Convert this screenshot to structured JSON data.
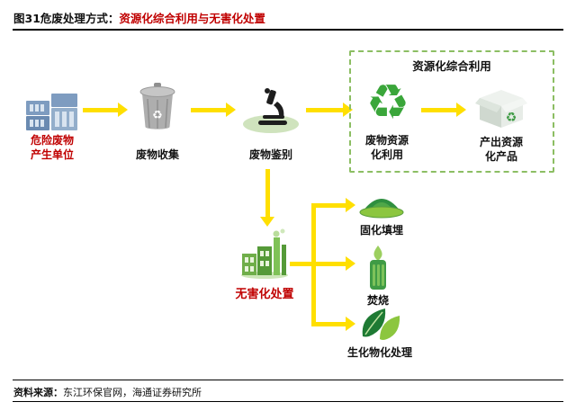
{
  "header": {
    "title_prefix": "图31危废处理方式：",
    "title_highlight": "资源化综合利用与无害化处置"
  },
  "nodes": {
    "producer": {
      "line1": "危险废物",
      "line2": "产生单位",
      "icon": "factory-icon"
    },
    "collection": {
      "label": "废物收集",
      "icon": "trash-bin-icon"
    },
    "identification": {
      "label": "废物鉴别",
      "icon": "microscope-icon"
    },
    "recycling": {
      "line1": "废物资源",
      "line2": "化利用",
      "icon": "recycle-icon"
    },
    "product": {
      "line1": "产出资源",
      "line2": "化产品",
      "icon": "recycled-product-icon"
    },
    "harmless": {
      "label": "无害化处置",
      "icon": "green-plant-icon"
    },
    "landfill": {
      "label": "固化填埋",
      "icon": "landfill-mound-icon"
    },
    "incineration": {
      "label": "焚烧",
      "icon": "incinerator-icon"
    },
    "biochemical": {
      "label": "生化物化处理",
      "icon": "leaf-icon"
    }
  },
  "resource_box": {
    "title": "资源化综合利用"
  },
  "glyphs": {
    "recycle": "♻"
  },
  "footer": {
    "source_label": "资料来源：",
    "source_text": "东江环保官网，海通证券研究所"
  },
  "colors": {
    "arrow_yellow": "#FFDF00",
    "dashed_green": "#8CBE63",
    "accent_red": "#C00000",
    "rule_black": "#000000",
    "icon_green": "#3F9B45",
    "icon_blue": "#7E9CC0"
  }
}
